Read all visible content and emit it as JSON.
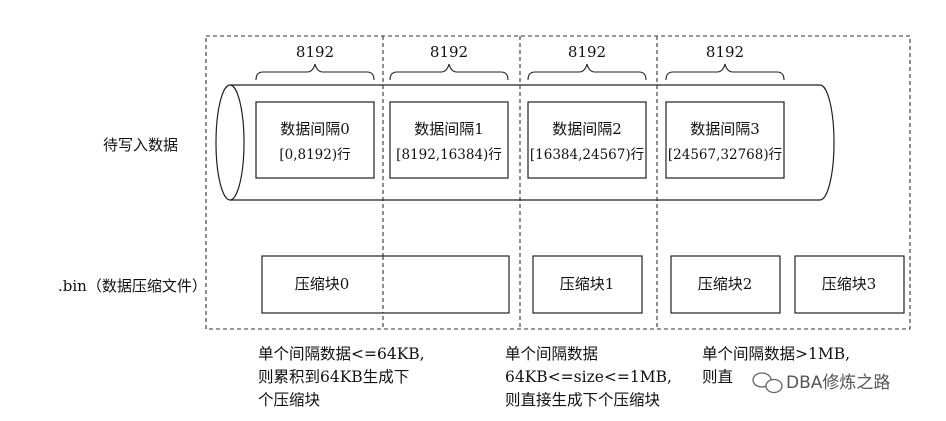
{
  "row_labels": {
    "input_data": "待写入数据",
    "bin_file": ".bin（数据压缩文件）"
  },
  "granule_sizes": [
    "8192",
    "8192",
    "8192",
    "8192"
  ],
  "intervals": [
    {
      "name": "数据间隔0",
      "range": "[0,8192)行"
    },
    {
      "name": "数据间隔1",
      "range": "[8192,16384)行"
    },
    {
      "name": "数据间隔2",
      "range": "[16384,24567)行"
    },
    {
      "name": "数据间隔3",
      "range": "[24567,32768)行"
    }
  ],
  "blocks": [
    "压缩块0",
    "压缩块1",
    "压缩块2",
    "压缩块3"
  ],
  "notes": [
    [
      "单个间隔数据<=64KB,",
      "则累积到64KB生成下",
      "个压缩块"
    ],
    [
      "单个间隔数据",
      "64KB<=size<=1MB,",
      "则直接生成下个压缩块"
    ],
    [
      "单个间隔数据>1MB,",
      "则直"
    ]
  ],
  "watermark": "DBA修炼之路"
}
